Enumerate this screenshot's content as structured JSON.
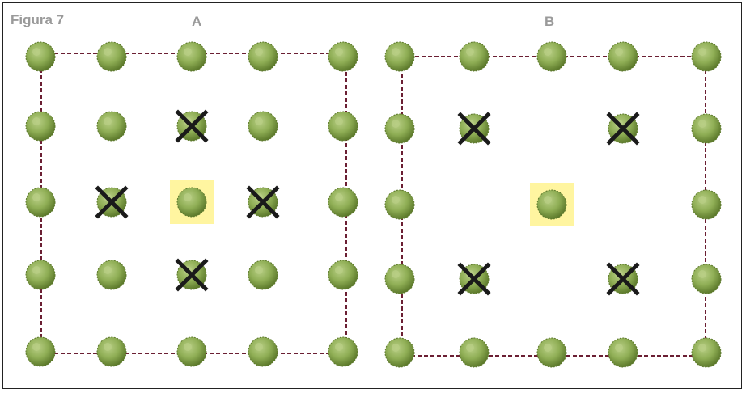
{
  "figure_label": "Figura 7",
  "colors": {
    "tree_light": "#b9cf86",
    "tree_mid": "#8fae55",
    "tree_dark": "#5d7a2c",
    "cross": "#1a1a1a",
    "highlight": "#fff5a0",
    "dashed_border": "#6b1f33",
    "label": "#9a9a9a"
  },
  "panels": [
    {
      "id": "A",
      "title": "A",
      "grid_size": [
        5,
        5
      ],
      "trees": [
        {
          "row": 0,
          "col": 0,
          "state": "tree"
        },
        {
          "row": 0,
          "col": 1,
          "state": "tree"
        },
        {
          "row": 0,
          "col": 2,
          "state": "tree"
        },
        {
          "row": 0,
          "col": 3,
          "state": "tree"
        },
        {
          "row": 0,
          "col": 4,
          "state": "tree"
        },
        {
          "row": 1,
          "col": 0,
          "state": "tree"
        },
        {
          "row": 1,
          "col": 1,
          "state": "tree"
        },
        {
          "row": 1,
          "col": 2,
          "state": "removed"
        },
        {
          "row": 1,
          "col": 3,
          "state": "tree"
        },
        {
          "row": 1,
          "col": 4,
          "state": "tree"
        },
        {
          "row": 2,
          "col": 0,
          "state": "tree"
        },
        {
          "row": 2,
          "col": 1,
          "state": "removed"
        },
        {
          "row": 2,
          "col": 2,
          "state": "highlighted"
        },
        {
          "row": 2,
          "col": 3,
          "state": "removed"
        },
        {
          "row": 2,
          "col": 4,
          "state": "tree"
        },
        {
          "row": 3,
          "col": 0,
          "state": "tree"
        },
        {
          "row": 3,
          "col": 1,
          "state": "tree"
        },
        {
          "row": 3,
          "col": 2,
          "state": "removed"
        },
        {
          "row": 3,
          "col": 3,
          "state": "tree"
        },
        {
          "row": 3,
          "col": 4,
          "state": "tree"
        },
        {
          "row": 4,
          "col": 0,
          "state": "tree"
        },
        {
          "row": 4,
          "col": 1,
          "state": "tree"
        },
        {
          "row": 4,
          "col": 2,
          "state": "tree"
        },
        {
          "row": 4,
          "col": 3,
          "state": "tree"
        },
        {
          "row": 4,
          "col": 4,
          "state": "tree"
        }
      ]
    },
    {
      "id": "B",
      "title": "B",
      "grid_size": [
        5,
        5
      ],
      "trees": [
        {
          "row": 0,
          "col": 0,
          "state": "tree"
        },
        {
          "row": 0,
          "col": 1,
          "state": "tree"
        },
        {
          "row": 0,
          "col": 2,
          "state": "tree"
        },
        {
          "row": 0,
          "col": 3,
          "state": "tree"
        },
        {
          "row": 0,
          "col": 4,
          "state": "tree"
        },
        {
          "row": 1,
          "col": 0,
          "state": "tree"
        },
        {
          "row": 1,
          "col": 1,
          "state": "removed"
        },
        {
          "row": 1,
          "col": 3,
          "state": "removed"
        },
        {
          "row": 1,
          "col": 4,
          "state": "tree"
        },
        {
          "row": 2,
          "col": 0,
          "state": "tree"
        },
        {
          "row": 2,
          "col": 2,
          "state": "highlighted"
        },
        {
          "row": 2,
          "col": 4,
          "state": "tree"
        },
        {
          "row": 3,
          "col": 0,
          "state": "tree"
        },
        {
          "row": 3,
          "col": 1,
          "state": "removed"
        },
        {
          "row": 3,
          "col": 3,
          "state": "removed"
        },
        {
          "row": 3,
          "col": 4,
          "state": "tree"
        },
        {
          "row": 4,
          "col": 0,
          "state": "tree"
        },
        {
          "row": 4,
          "col": 1,
          "state": "tree"
        },
        {
          "row": 4,
          "col": 2,
          "state": "tree"
        },
        {
          "row": 4,
          "col": 3,
          "state": "tree"
        },
        {
          "row": 4,
          "col": 4,
          "state": "tree"
        }
      ]
    }
  ]
}
